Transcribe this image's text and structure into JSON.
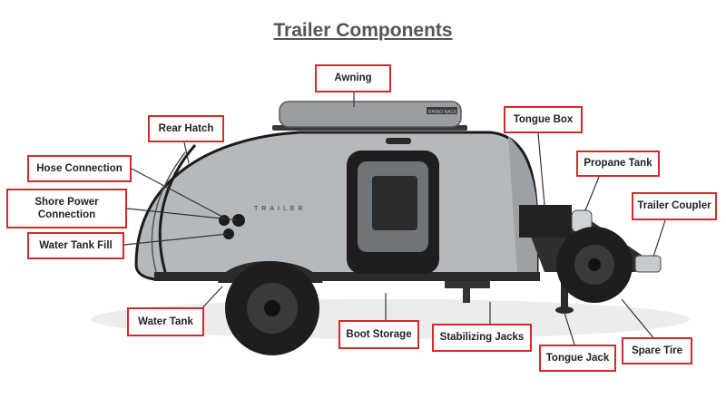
{
  "title": "Trailer Components",
  "trailer_brand_text": "TRAILER",
  "awning_brand_text": "RHINO RACK",
  "colors": {
    "label_border": "#d42a2a",
    "leader_line": "#333333",
    "trailer_body": "#b4b9bd",
    "trailer_outline": "#1c1c1c",
    "tire": "#1e1e1e"
  },
  "labels": {
    "awning": "Awning",
    "rear_hatch": "Rear Hatch",
    "hose_connection": "Hose Connection",
    "shore_power": [
      "Shore Power",
      "Connection"
    ],
    "water_tank_fill": "Water Tank Fill",
    "water_tank": "Water Tank",
    "boot_storage": "Boot Storage",
    "stabilizing_jacks": "Stabilizing Jacks",
    "tongue_jack": "Tongue Jack",
    "spare_tire": "Spare Tire",
    "trailer_coupler": "Trailer Coupler",
    "propane_tank": "Propane Tank",
    "tongue_box": "Tongue Box"
  }
}
